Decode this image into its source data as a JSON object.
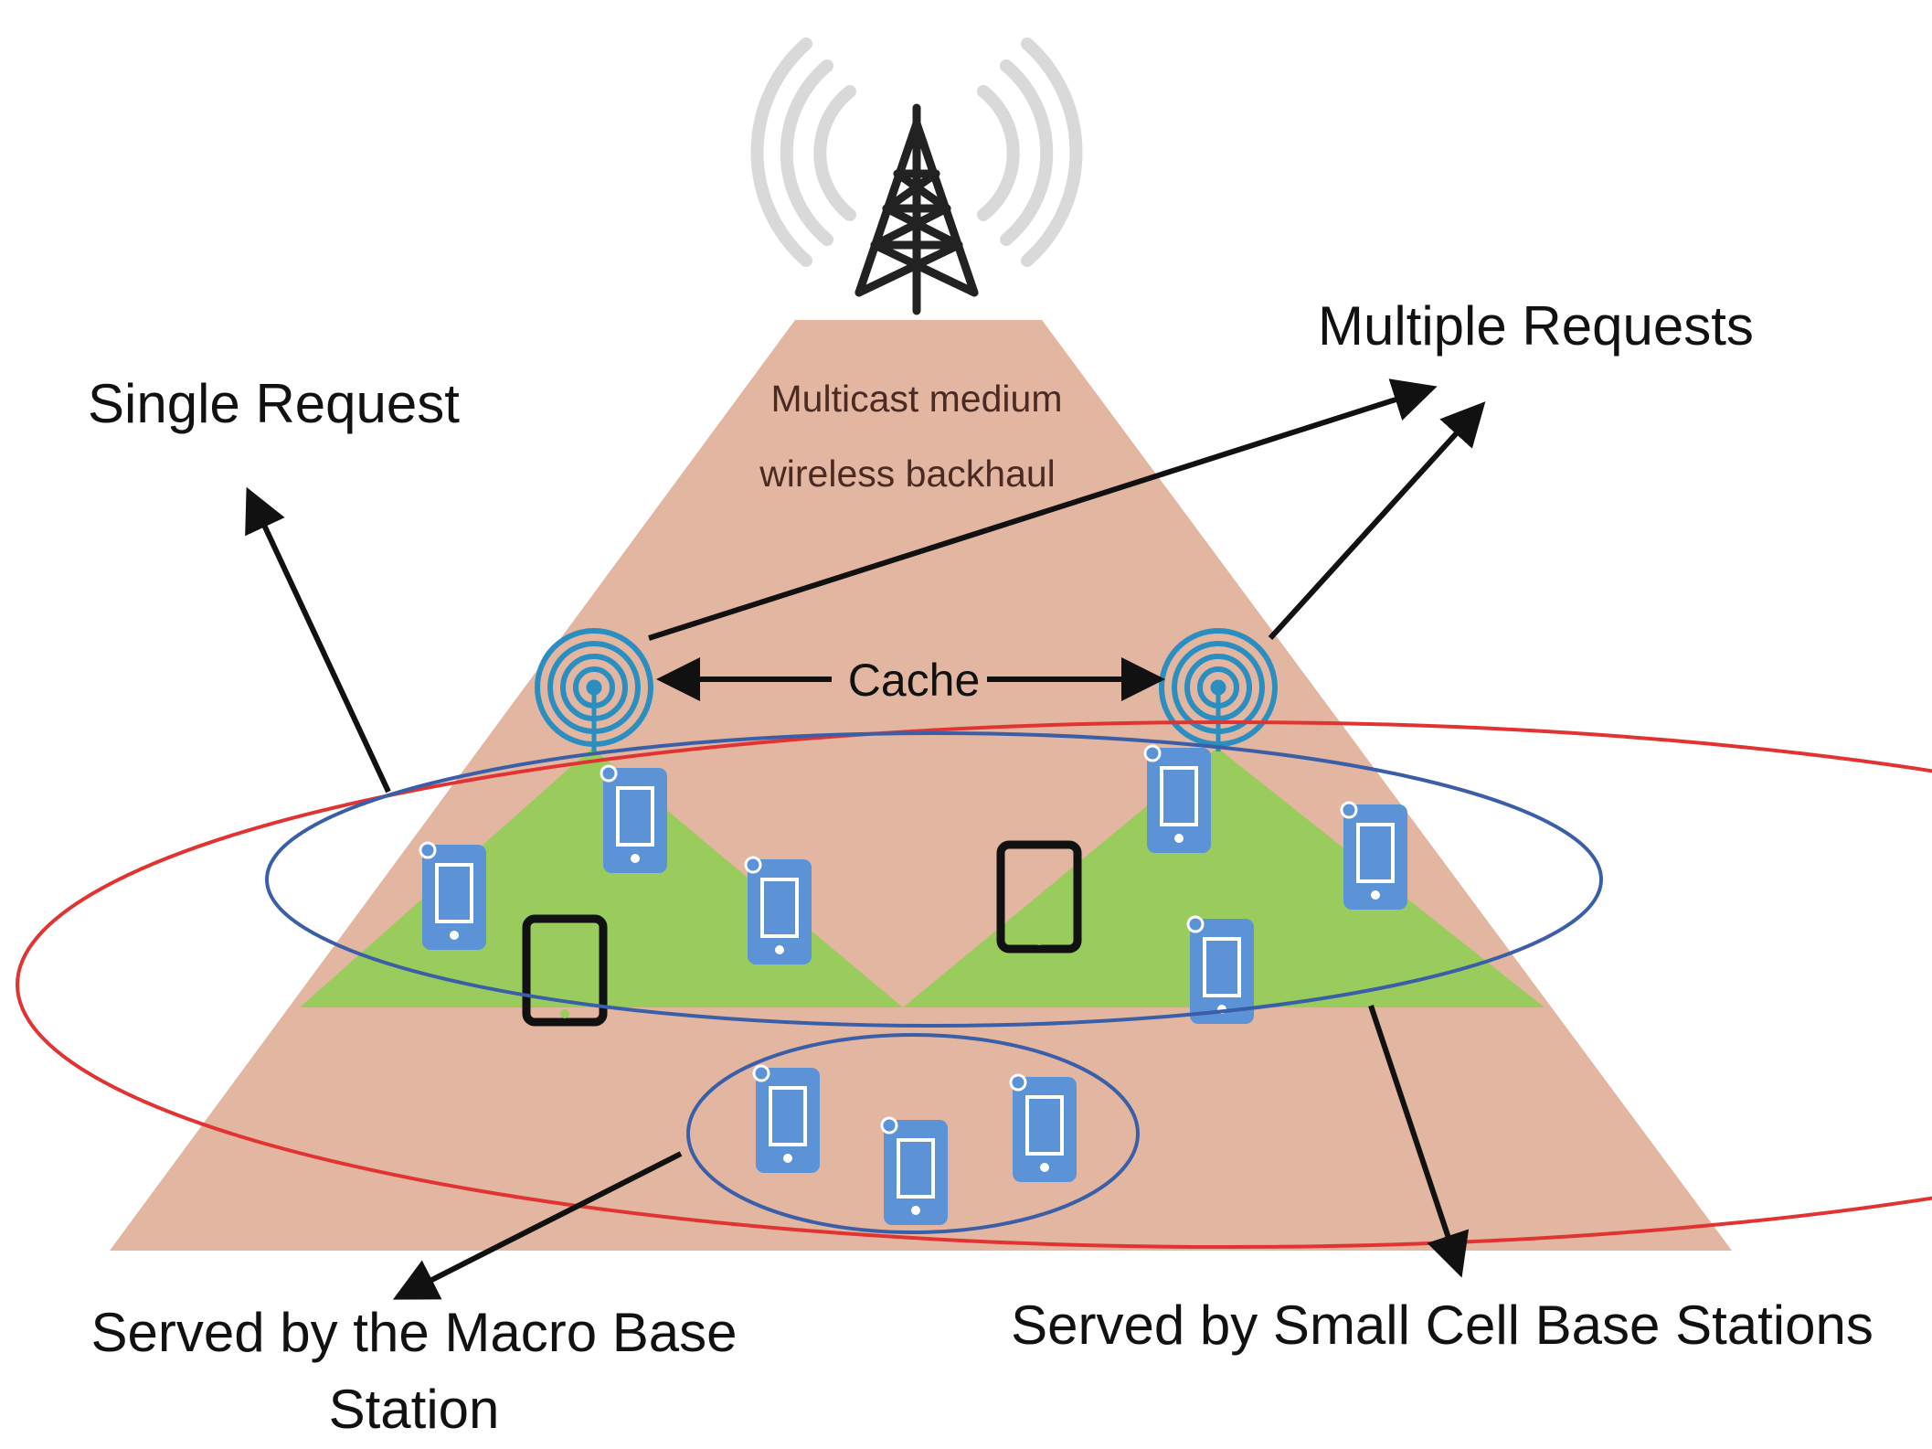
{
  "labels": {
    "single_request": "Single Request",
    "multiple_requests": "Multiple Requests",
    "backhaul_line1": "Multicast medium",
    "backhaul_line2": "wireless backhaul",
    "cache": "Cache",
    "macro_line1": "Served by the Macro Base",
    "macro_line2": "Station",
    "small_cells": "Served by Small Cell Base Stations"
  },
  "colors": {
    "macro_coverage": "#e2b6a0",
    "small_cell_coverage": "#99cc5c",
    "outer_ellipse": "#e23333",
    "inner_ellipse": "#3a5fa8",
    "phone": "#5b93d6",
    "tablet": "#111111",
    "tower": "#222222",
    "tower_signal": "#d9d9d9",
    "small_cell_antenna": "#2a8fc0",
    "arrow": "#111111"
  },
  "icons": {
    "macro_tower": "cell-tower-icon",
    "small_cell": "small-cell-antenna-icon",
    "phone": "smartphone-icon",
    "tablet": "tablet-icon"
  }
}
